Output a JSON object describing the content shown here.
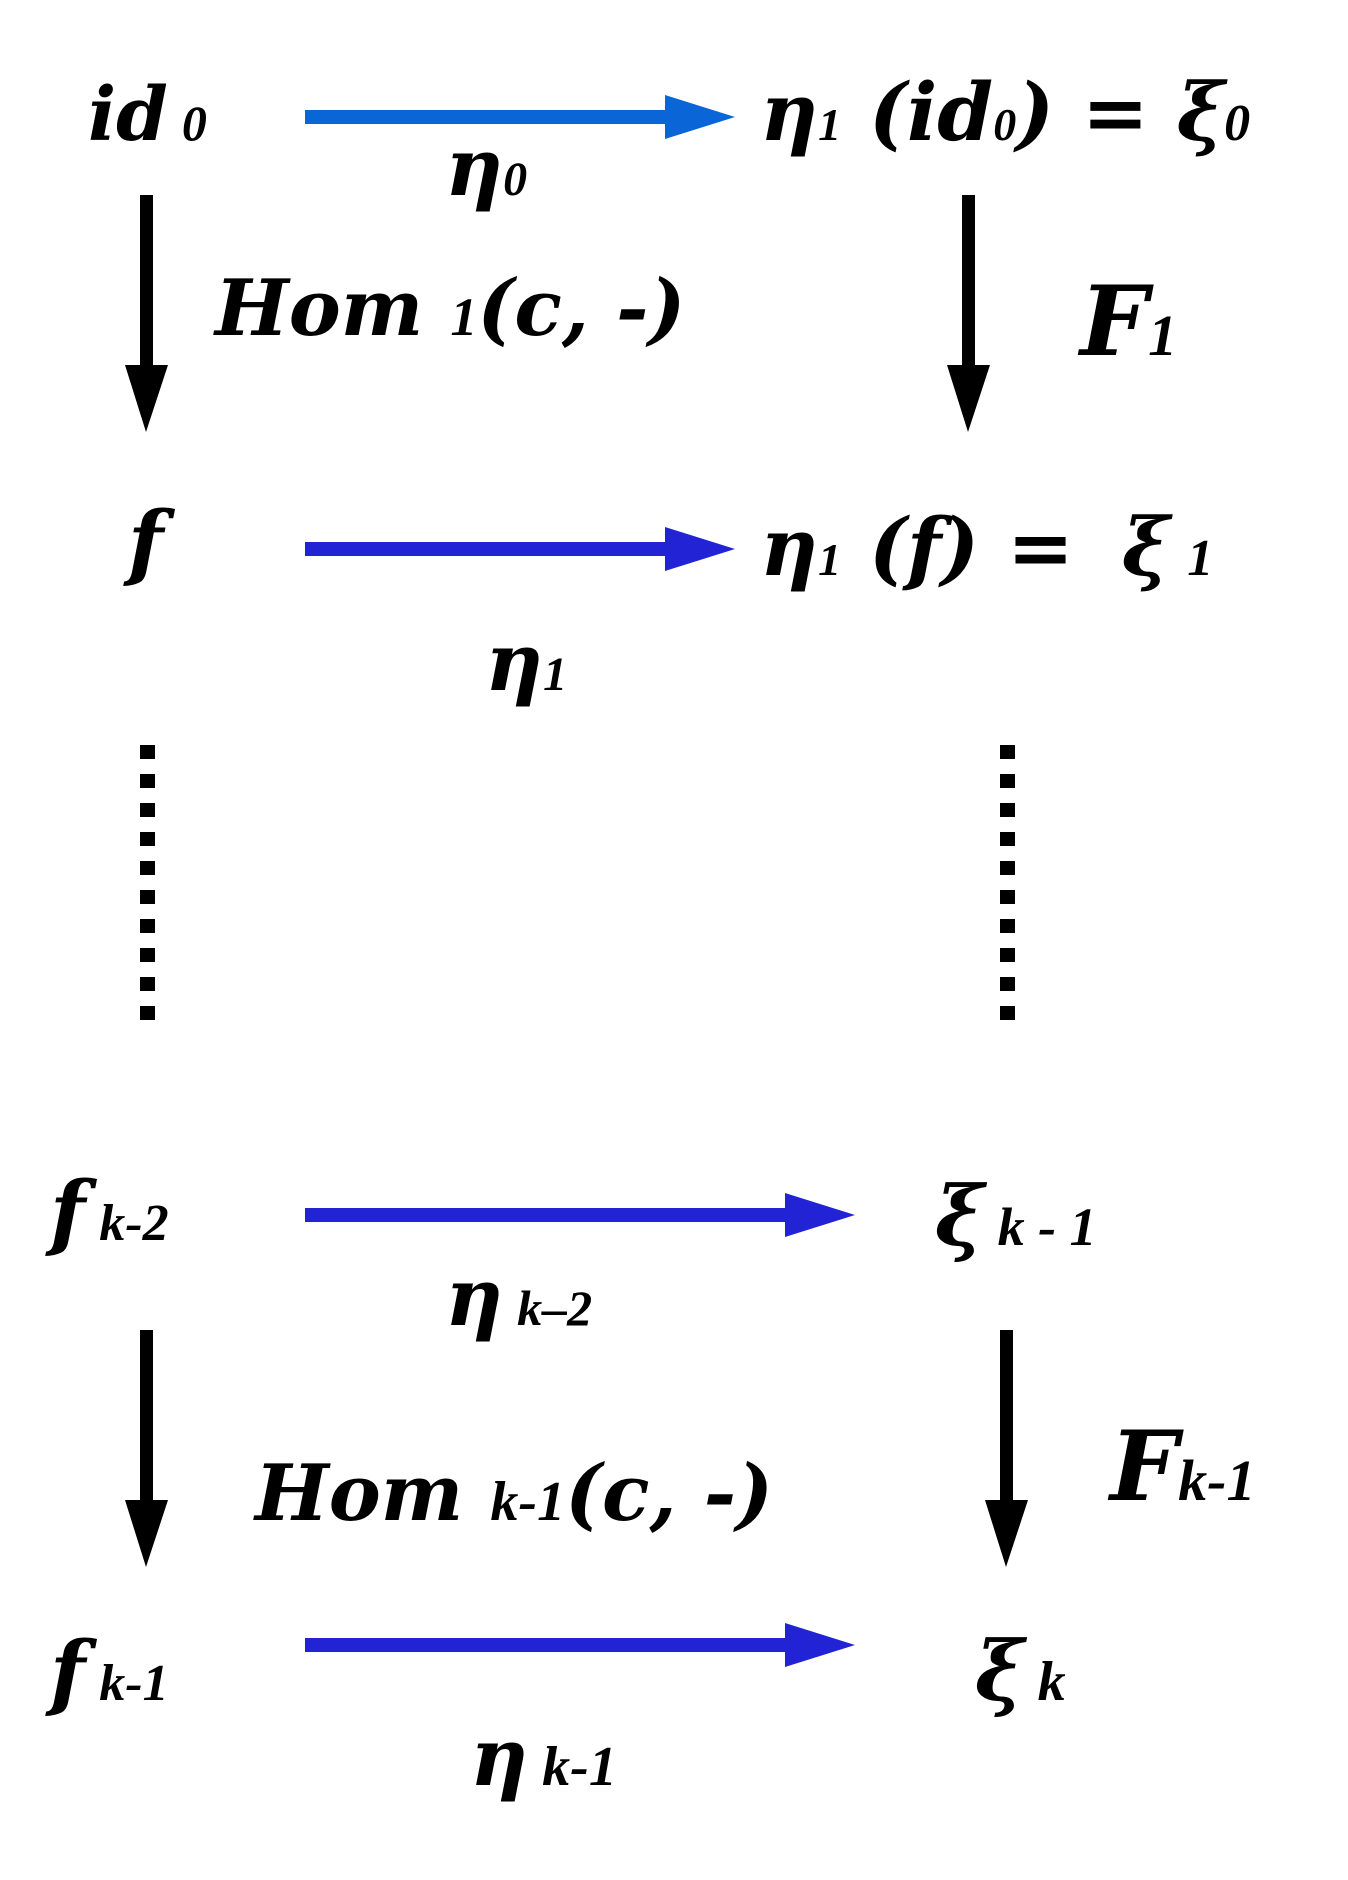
{
  "colors": {
    "arrow_black": "#000000",
    "arrow_blue_top": "#0a66d6",
    "arrow_blue": "#2323d6",
    "text": "#000000"
  },
  "nodes": {
    "id0": {
      "main": "id",
      "sub": "0"
    },
    "eta1_id0": {
      "main": "η",
      "sub": "1",
      "rest": " (id",
      "rest_sub": "0",
      "tail": ") = ξ",
      "tail_sub": "0"
    },
    "f": {
      "main": "f"
    },
    "eta1_f": {
      "main": "η",
      "sub": "1",
      "rest": " (f) = ",
      "tail": "ξ",
      "tail_sub": "1"
    },
    "f_k_2": {
      "main": "f",
      "sub": "k-2"
    },
    "xi_k_1": {
      "main": "ξ",
      "sub": "k - 1"
    },
    "f_k_1": {
      "main": "f",
      "sub": "k-1"
    },
    "xi_k": {
      "main": "ξ",
      "sub": "k"
    }
  },
  "edges": {
    "eta0": {
      "main": "η",
      "sub": "0"
    },
    "eta1": {
      "main": "η",
      "sub": "1"
    },
    "eta_k_2": {
      "main": "η",
      "sub": "k–2"
    },
    "eta_k_1": {
      "main": "η",
      "sub": "k-1"
    },
    "hom1": {
      "main": "Hom ",
      "sub": "1",
      "rest": "(c, -)"
    },
    "homk1": {
      "main": "Hom ",
      "sub": "k-1",
      "rest": "(c, -)"
    },
    "F1": {
      "main": "F",
      "sub": "1"
    },
    "Fk1": {
      "main": "F",
      "sub": "k-1"
    }
  }
}
